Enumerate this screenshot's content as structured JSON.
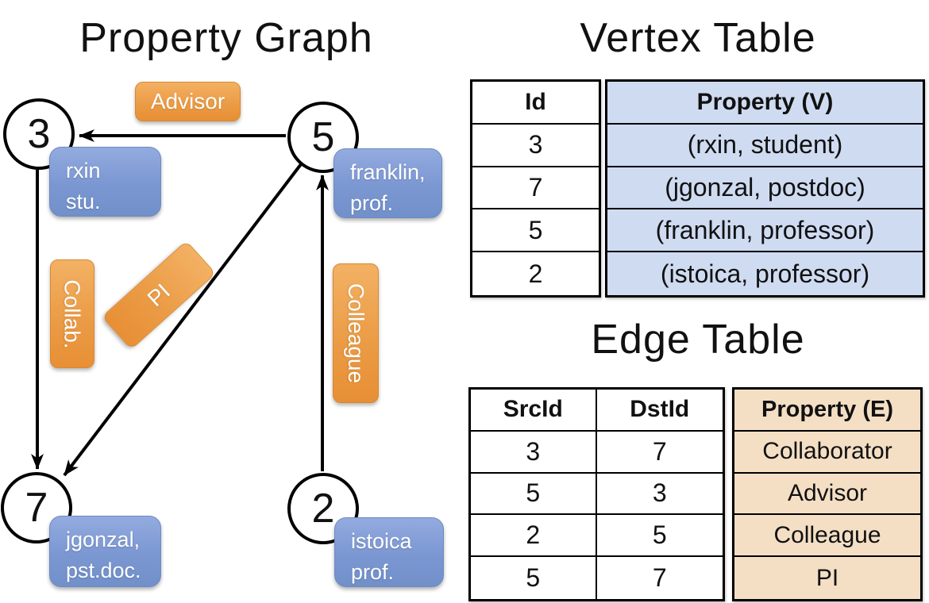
{
  "graph": {
    "title": "Property Graph",
    "nodes": [
      {
        "id": "3",
        "prop": [
          "rxin",
          "stu."
        ]
      },
      {
        "id": "5",
        "prop": [
          "franklin,",
          "prof."
        ]
      },
      {
        "id": "7",
        "prop": [
          "jgonzal,",
          "pst.doc."
        ]
      },
      {
        "id": "2",
        "prop": [
          "istoica",
          "prof."
        ]
      }
    ],
    "edge_labels": {
      "advisor": "Advisor",
      "collab": "Collab.",
      "pi": "PI",
      "colleague": "Colleague"
    },
    "edges": [
      {
        "from": "5",
        "to": "3",
        "label": "Advisor"
      },
      {
        "from": "3",
        "to": "7",
        "label": "Collab."
      },
      {
        "from": "5",
        "to": "7",
        "label": "PI"
      },
      {
        "from": "2",
        "to": "5",
        "label": "Colleague"
      }
    ]
  },
  "vertex_table": {
    "title": "Vertex Table",
    "columns": [
      "Id",
      "Property (V)"
    ],
    "rows": [
      [
        "3",
        "(rxin, student)"
      ],
      [
        "7",
        "(jgonzal, postdoc)"
      ],
      [
        "5",
        "(franklin, professor)"
      ],
      [
        "2",
        "(istoica, professor)"
      ]
    ]
  },
  "edge_table": {
    "title": "Edge Table",
    "columns": [
      "SrcId",
      "DstId",
      "Property (E)"
    ],
    "rows": [
      [
        "3",
        "7",
        "Collaborator"
      ],
      [
        "5",
        "3",
        "Advisor"
      ],
      [
        "2",
        "5",
        "Colleague"
      ],
      [
        "5",
        "7",
        "PI"
      ]
    ]
  },
  "colors": {
    "edge_label_orange": "#eb9c46",
    "vertex_box_blue": "#7b97d2",
    "vertex_table_cell_bg": "#cfdbf1",
    "edge_table_cell_bg": "#f4dfc5",
    "line_black": "#000000"
  }
}
